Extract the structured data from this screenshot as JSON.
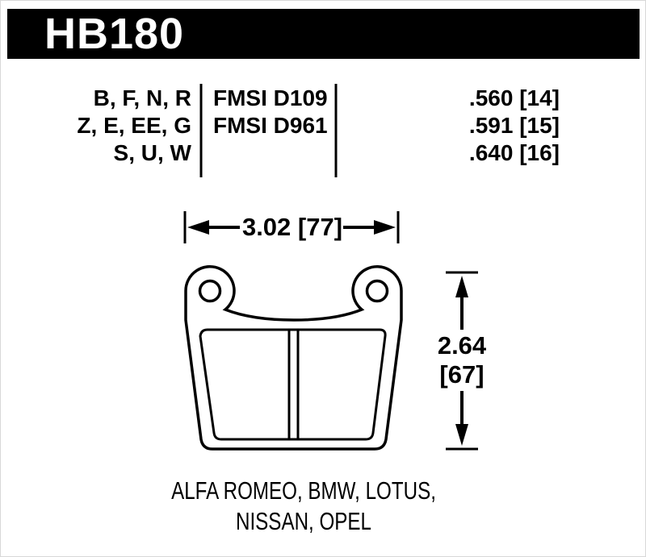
{
  "header": {
    "part_number": "HB180"
  },
  "colors": {
    "bar": "#000000",
    "line": "#000000",
    "background": "#ffffff"
  },
  "spec_table": {
    "compound_rows": [
      "B, F, N, R",
      "Z, E, EE, G",
      "S, U, W"
    ],
    "fmsi_rows": [
      "FMSI D109",
      "FMSI D961"
    ],
    "thickness_rows": [
      ".560 [14]",
      ".591 [15]",
      ".640 [16]"
    ]
  },
  "dimensions": {
    "width_label": "3.02 [77]",
    "height_label_in": "2.64",
    "height_label_mm": "[67]"
  },
  "applications": {
    "line1": "ALFA ROMEO, BMW, LOTUS,",
    "line2": "NISSAN, OPEL"
  }
}
